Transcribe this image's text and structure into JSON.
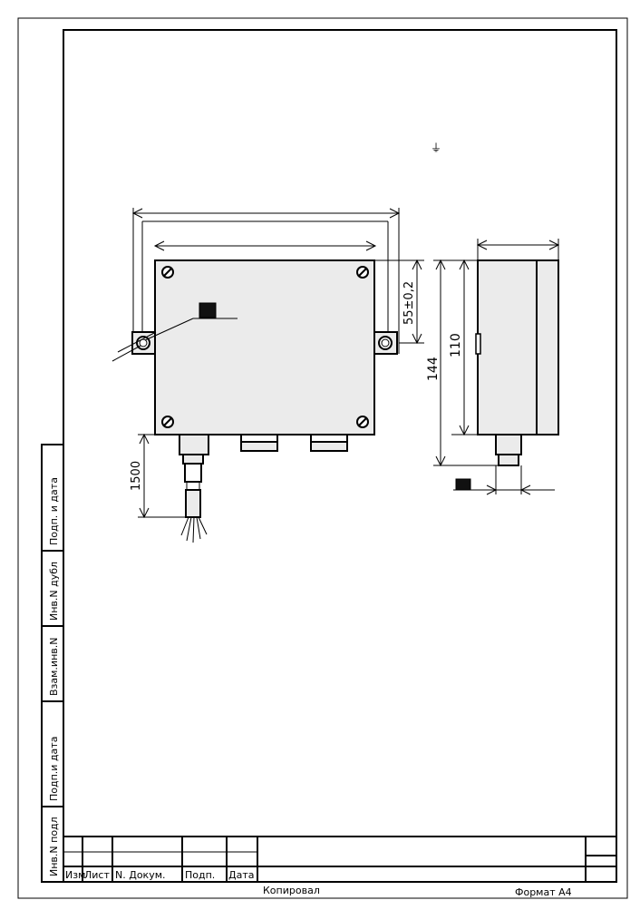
{
  "side_stamp": {
    "labels": [
      "Инв.N подл",
      "Подп.и дата",
      "Взам.инв.N",
      "Инв.N дубл",
      "Подп. и дата"
    ]
  },
  "title_block": {
    "columns": [
      "Изм",
      "Лист",
      "N. Докум.",
      "Подп.",
      "Дата"
    ],
    "copied": "Копировал",
    "format": "Формат А4"
  },
  "drawing": {
    "ground_symbol": "⏚",
    "dimensions": {
      "mount_offset": "55±0,2",
      "side_height_inner": "110",
      "side_height_total": "144",
      "cable_length": "1500"
    }
  }
}
